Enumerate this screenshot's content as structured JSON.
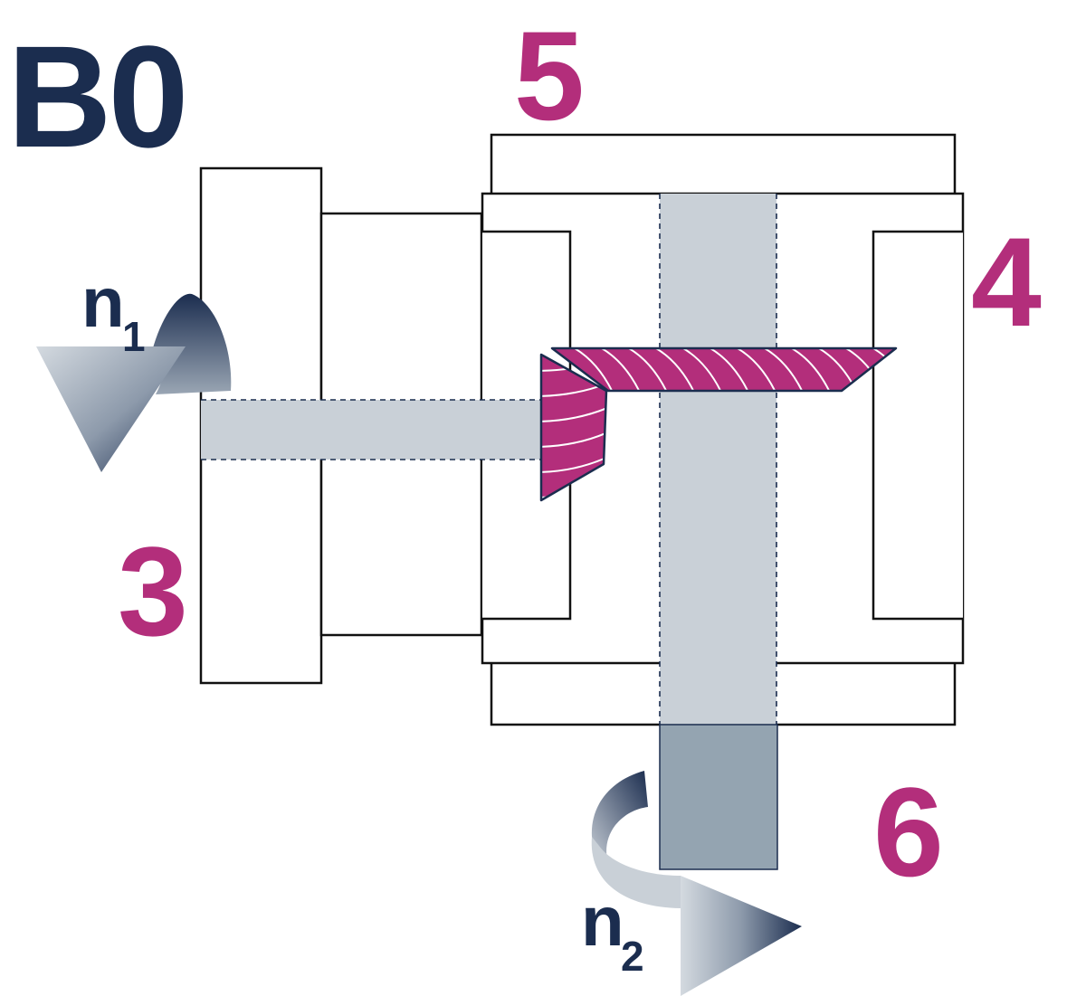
{
  "title": "B0",
  "labels": {
    "motor": "3",
    "side": "4",
    "top": "5",
    "output": "6"
  },
  "rotation_input": {
    "symbol": "n",
    "subscript": "1"
  },
  "rotation_output": {
    "symbol": "n",
    "subscript": "2"
  },
  "colors": {
    "navy": "#1b2d4f",
    "magenta": "#b32e7b",
    "shaft_light": "#c9d0d7",
    "shaft_dark": "#94a4b1",
    "outline": "#111111"
  }
}
